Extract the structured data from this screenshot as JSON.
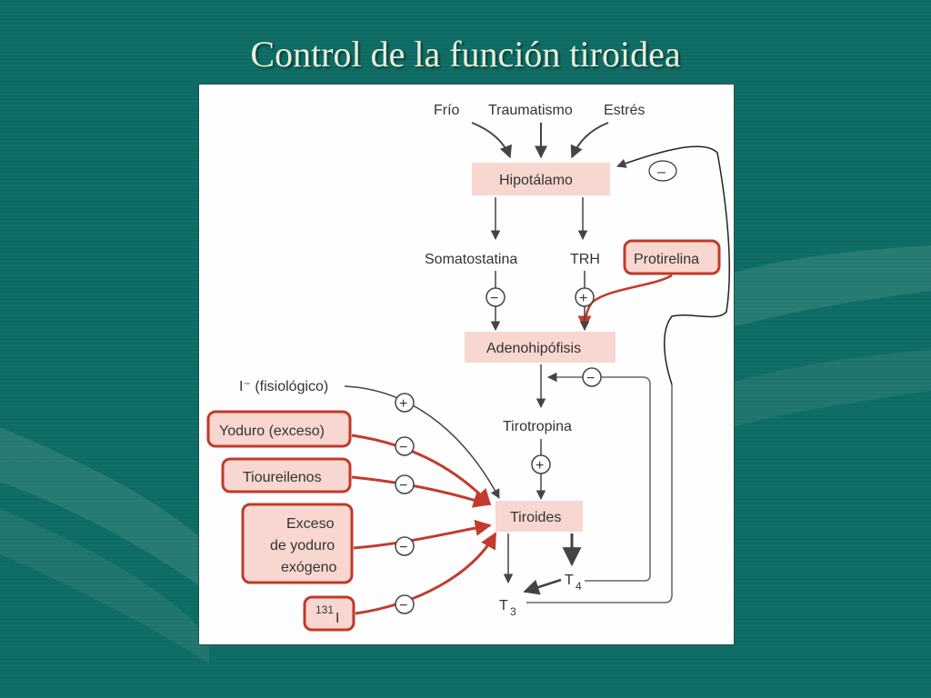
{
  "slide": {
    "title": "Control de la función tiroidea"
  },
  "colors": {
    "background": "#0d6b63",
    "box_fill": "#f7d7cf",
    "red_outline": "#c0392b",
    "red_arrow": "#c23b2e",
    "text": "#333333"
  },
  "diagram": {
    "stimuli": [
      "Frío",
      "Traumatismo",
      "Estrés"
    ],
    "hypothalamus": "Hipotálamo",
    "somatostatin": "Somatostatina",
    "trh": "TRH",
    "protirelin": "Protirelina",
    "adenohypophysis": "Adenohipófisis",
    "thyrotropin": "Tirotropina",
    "thyroid": "Tiroides",
    "iodide_physiologic": "I⁻ (fisiológico)",
    "iodide_excess": "Yoduro (exceso)",
    "thioureylenes": "Tioureilenos",
    "exogenous_iodide": [
      "Exceso",
      "de yoduro",
      "exógeno"
    ],
    "radioiodine_mass": "131",
    "radioiodine_symbol": "I",
    "t4_letter": "T",
    "t4_sub": "4",
    "t3_letter": "T",
    "t3_sub": "3",
    "minus": "−",
    "plus": "+",
    "feedback_minus": "–"
  }
}
